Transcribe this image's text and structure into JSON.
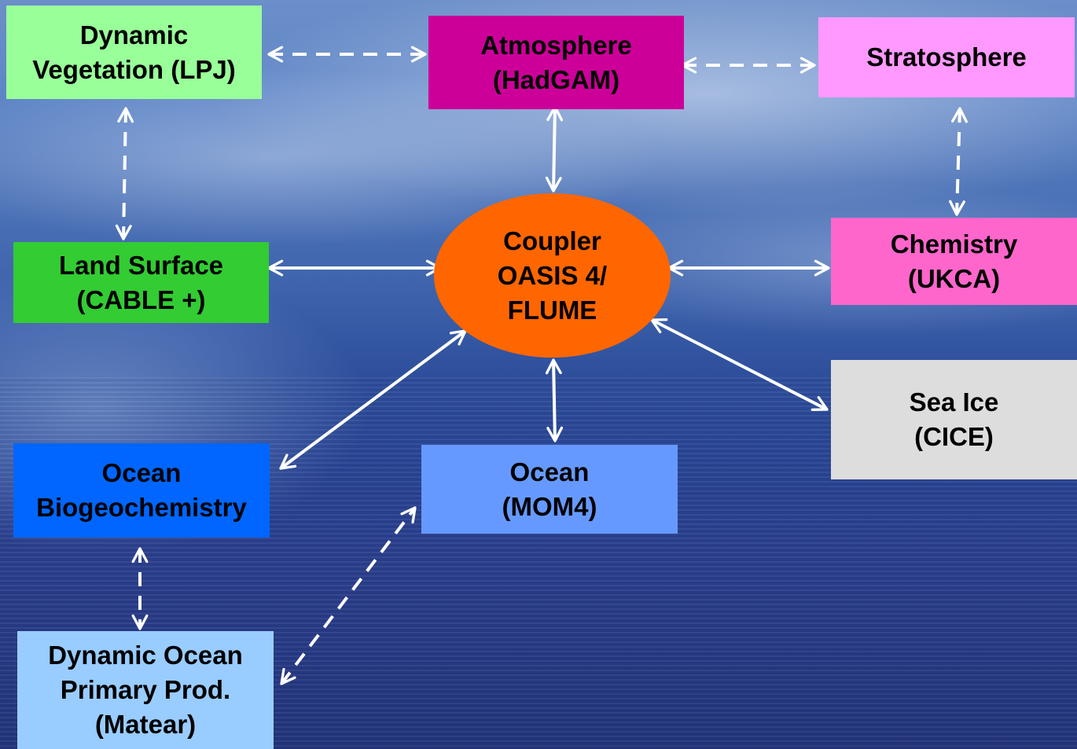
{
  "nodes": {
    "dynamic_vegetation": {
      "line1": "Dynamic",
      "line2": "Vegetation (LPJ)",
      "color": "#99ff99"
    },
    "atmosphere": {
      "line1": "Atmosphere",
      "line2": "(HadGAM)",
      "color": "#cc0099"
    },
    "stratosphere": {
      "line1": "Stratosphere",
      "color": "#ff99ff"
    },
    "land_surface": {
      "line1": "Land Surface",
      "line2": "(CABLE +)",
      "color": "#33cc33"
    },
    "coupler": {
      "line1": "Coupler",
      "line2": "OASIS 4/",
      "line3": "FLUME",
      "color": "#ff6600"
    },
    "chemistry": {
      "line1": "Chemistry",
      "line2": "(UKCA)",
      "color": "#ff66cc"
    },
    "sea_ice": {
      "line1": "Sea Ice",
      "line2": "(CICE)",
      "color": "#dddddd"
    },
    "ocean_biogeochemistry": {
      "line1": "Ocean",
      "line2": "Biogeochemistry",
      "color": "#0066ff"
    },
    "ocean": {
      "line1": "Ocean",
      "line2": "(MOM4)",
      "color": "#6699ff"
    },
    "dynamic_ocean_primary": {
      "line1": "Dynamic Ocean",
      "line2": "Primary Prod.",
      "line3": "(Matear)",
      "color": "#99ccff"
    }
  },
  "links": [
    {
      "from": "dynamic_vegetation",
      "to": "atmosphere",
      "style": "dashed"
    },
    {
      "from": "atmosphere",
      "to": "stratosphere",
      "style": "dashed"
    },
    {
      "from": "dynamic_vegetation",
      "to": "land_surface",
      "style": "dashed"
    },
    {
      "from": "stratosphere",
      "to": "chemistry",
      "style": "dashed"
    },
    {
      "from": "ocean_biogeochemistry",
      "to": "dynamic_ocean_primary",
      "style": "dashed"
    },
    {
      "from": "dynamic_ocean_primary",
      "to": "ocean",
      "style": "dashed"
    },
    {
      "from": "atmosphere",
      "to": "coupler",
      "style": "solid"
    },
    {
      "from": "land_surface",
      "to": "coupler",
      "style": "solid"
    },
    {
      "from": "coupler",
      "to": "chemistry",
      "style": "solid"
    },
    {
      "from": "coupler",
      "to": "sea_ice",
      "style": "solid"
    },
    {
      "from": "coupler",
      "to": "ocean",
      "style": "solid"
    },
    {
      "from": "coupler",
      "to": "ocean_biogeochemistry",
      "style": "solid"
    }
  ],
  "arrow_color": "#ffffff"
}
